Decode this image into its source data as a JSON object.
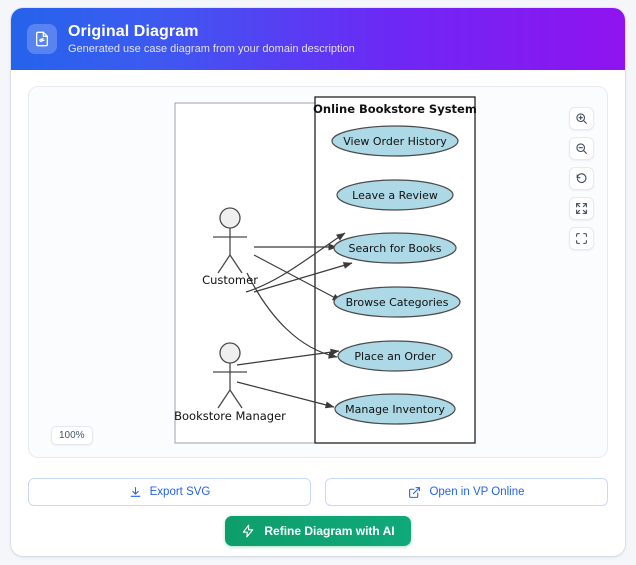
{
  "header": {
    "icon": "file-diagram-icon",
    "title": "Original Diagram",
    "subtitle": "Generated use case diagram from your domain description",
    "gradient_from": "#2563eb",
    "gradient_to": "#9013f0"
  },
  "canvas": {
    "zoom_level": "100%",
    "controls": [
      {
        "name": "zoom-in-button",
        "icon": "zoom-in-icon"
      },
      {
        "name": "zoom-out-button",
        "icon": "zoom-out-icon"
      },
      {
        "name": "reset-view-button",
        "icon": "rotate-ccw-icon"
      },
      {
        "name": "fit-to-screen-button",
        "icon": "expand-arrows-icon"
      },
      {
        "name": "fullscreen-button",
        "icon": "fullscreen-brackets-icon"
      }
    ]
  },
  "diagram": {
    "type": "uml-use-case-diagram",
    "system_boundary_label": "Online Bookstore System",
    "actors": [
      {
        "id": "customer",
        "label": "Customer"
      },
      {
        "id": "manager",
        "label": "Bookstore Manager"
      }
    ],
    "use_cases": [
      {
        "id": "uc1",
        "label": "View Order History"
      },
      {
        "id": "uc2",
        "label": "Leave a Review"
      },
      {
        "id": "uc3",
        "label": "Search for Books"
      },
      {
        "id": "uc4",
        "label": "Browse Categories"
      },
      {
        "id": "uc5",
        "label": "Place an Order"
      },
      {
        "id": "uc6",
        "label": "Manage Inventory"
      }
    ],
    "associations": [
      {
        "actor": "customer",
        "use_case": "uc1"
      },
      {
        "actor": "customer",
        "use_case": "uc2"
      },
      {
        "actor": "customer",
        "use_case": "uc3"
      },
      {
        "actor": "customer",
        "use_case": "uc4"
      },
      {
        "actor": "customer",
        "use_case": "uc5"
      },
      {
        "actor": "manager",
        "use_case": "uc5"
      },
      {
        "actor": "manager",
        "use_case": "uc6"
      }
    ],
    "ellipse_fill": "#add8e6",
    "ellipse_stroke": "#4a4a4a"
  },
  "actions": {
    "export_svg": {
      "label": "Export SVG",
      "icon": "download-icon"
    },
    "open_vp_online": {
      "label": "Open in VP Online",
      "icon": "external-link-icon"
    },
    "refine_ai": {
      "label": "Refine Diagram with AI",
      "icon": "lightning-bolt-icon",
      "color": "#0d9e6b"
    }
  }
}
